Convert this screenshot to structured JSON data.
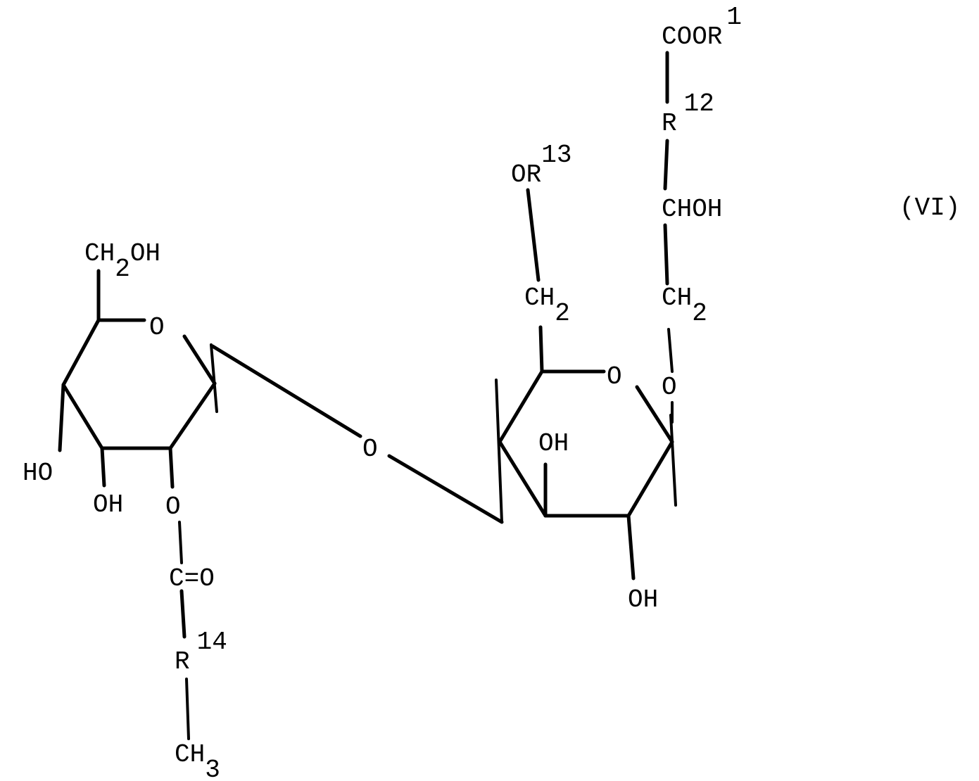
{
  "formula_label": "(VI)",
  "left_ring": {
    "ring_oxygen": "O",
    "ch2oh": {
      "main": "CH",
      "sub": "2",
      "tail": "OH"
    },
    "ho_left": "HO",
    "oh_bottom": "OH",
    "ester_oxygen": "O",
    "carbonyl": "C=O",
    "r14": {
      "main": "R",
      "sup": "14"
    },
    "ch3": {
      "main": "CH",
      "sub": "3"
    }
  },
  "glycosidic_oxygen": "O",
  "right_ring": {
    "ring_oxygen": "O",
    "oh_inner": "OH",
    "oh_bottom": "OH",
    "ch2_left": {
      "main": "CH",
      "sub": "2"
    },
    "or13": {
      "main": "OR",
      "sup": "13"
    },
    "ether_oxygen": "O",
    "ch2_right": {
      "main": "CH",
      "sub": "2"
    },
    "chohx": "CHOH",
    "r12": {
      "main": "R",
      "sup": "12"
    },
    "coor1": {
      "main": "COOR",
      "sup": "1"
    }
  }
}
